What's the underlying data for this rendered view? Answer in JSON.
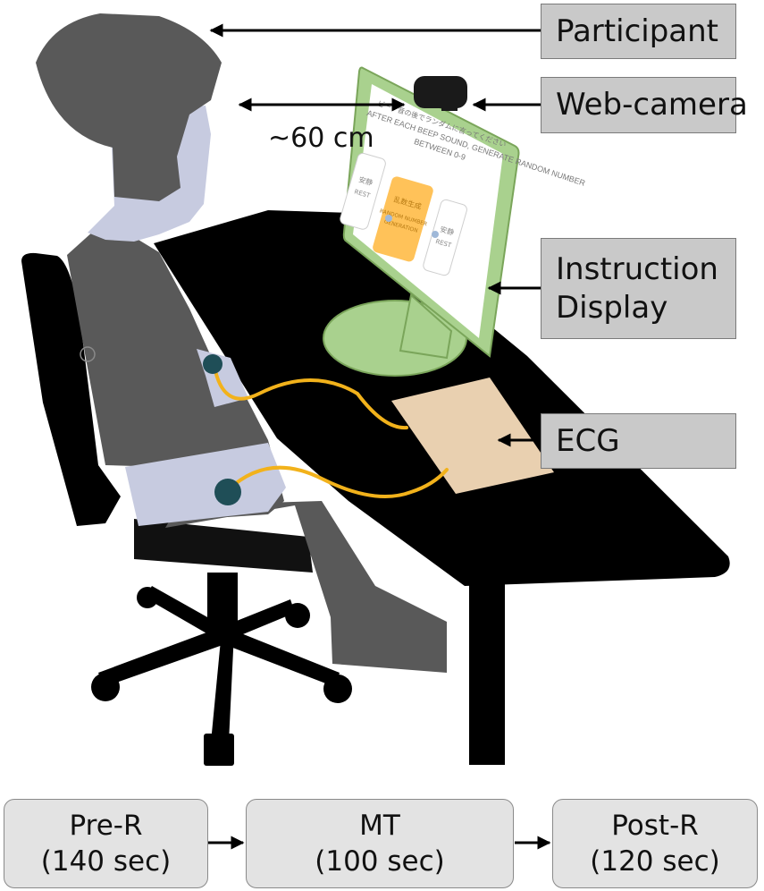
{
  "labels": {
    "participant": "Participant",
    "web_camera": "Web-camera",
    "instruction_display": [
      "Instruction",
      "Display"
    ],
    "ecg": "ECG"
  },
  "distance": "~60 cm",
  "screen_text": {
    "line1": "ビープ音の後でランダムに言ってください",
    "line2": "AFTER EACH BEEP SOUND, GENERATE RANDOM NUMBER",
    "line3": "BETWEEN 0-9",
    "left_box": [
      "安静",
      "REST"
    ],
    "center_box": [
      "乱数生成",
      "RANDOM NUMBER",
      "GENERATION"
    ],
    "right_box": [
      "安静",
      "REST"
    ]
  },
  "phases": [
    {
      "name": "Pre-R",
      "duration": "(140 sec)"
    },
    {
      "name": "MT",
      "duration": "(100 sec)"
    },
    {
      "name": "Post-R",
      "duration": "(120 sec)"
    }
  ],
  "colors": {
    "display_green": "#a9d18e",
    "ecg_box": "#e9d0b0",
    "cable": "#f2b21b",
    "electrode": "#1f4e57",
    "label_bg": "#c9c9c9",
    "phase_bg": "#e3e3e3"
  }
}
